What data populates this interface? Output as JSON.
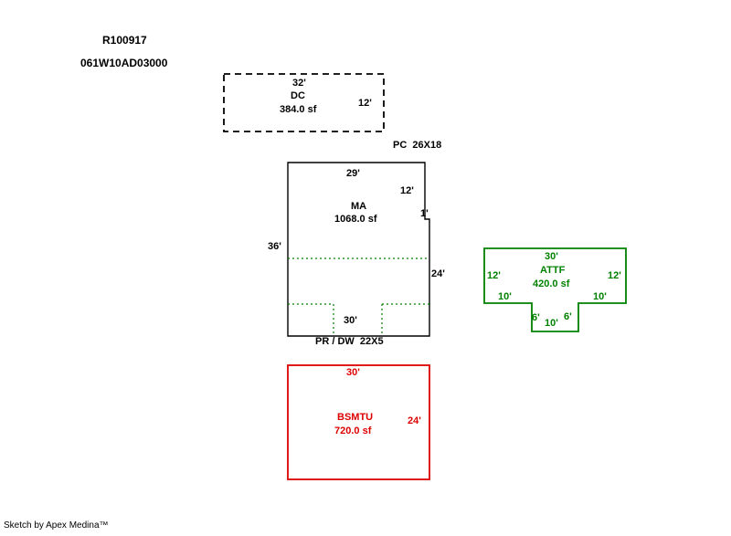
{
  "header": {
    "parcel_id": "R100917",
    "account_id": "061W10AD03000"
  },
  "colors": {
    "outline_black": "#000000",
    "attf_green": "#008000",
    "bsmtu_red": "#dd0000"
  },
  "sections": {
    "dc": {
      "name": "DC",
      "area": "384.0 sf",
      "dims": {
        "top": "32'",
        "right": "12'"
      }
    },
    "pc": {
      "label": "PC  26X18"
    },
    "ma": {
      "name": "MA",
      "area": "1068.0 sf",
      "dims": {
        "top": "29'",
        "right_upper": "12'",
        "right_jog": "1'",
        "left": "36'",
        "right": "24'",
        "bottom": "30'"
      }
    },
    "pr_dw": {
      "label": "PR / DW  22X5"
    },
    "attf": {
      "name": "ATTF",
      "area": "420.0 sf",
      "dims": {
        "top": "30'",
        "left": "12'",
        "right": "12'",
        "bottom_left": "10'",
        "bottom_right": "10'",
        "tab_left": "6'",
        "tab_bottom": "10'",
        "tab_right": "6'"
      }
    },
    "bsmtu": {
      "name": "BSMTU",
      "area": "720.0 sf",
      "dims": {
        "top": "30'",
        "right": "24'"
      }
    }
  },
  "footer": {
    "credit": "Sketch by Apex Medina™"
  }
}
